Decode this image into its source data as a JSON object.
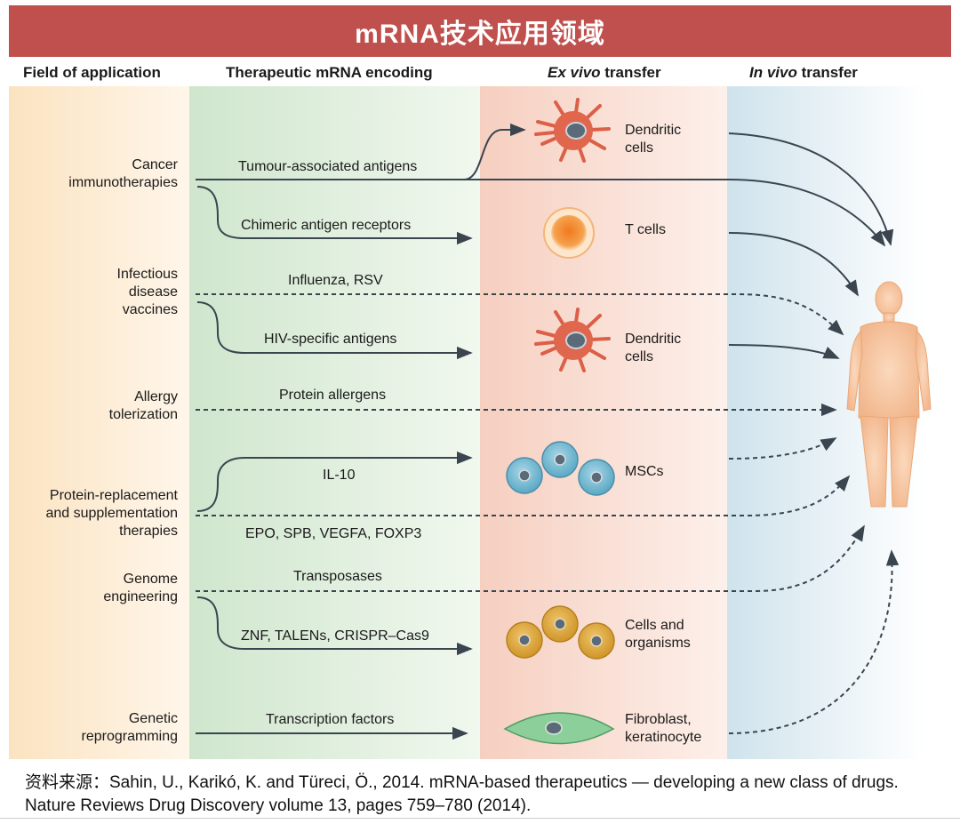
{
  "title": "mRNA技术应用领域",
  "columns": {
    "field": "Field of application",
    "encoding": "Therapeutic mRNA encoding",
    "ex_vivo_em": "Ex vivo",
    "ex_vivo_rest": " transfer",
    "in_vivo_em": "In vivo",
    "in_vivo_rest": " transfer"
  },
  "fields": {
    "cancer_1": "Cancer",
    "cancer_2": "immunotherapies",
    "infectious_1": "Infectious",
    "infectious_2": "disease",
    "infectious_3": "vaccines",
    "allergy_1": "Allergy",
    "allergy_2": "tolerization",
    "protein_1": "Protein-replacement",
    "protein_2": "and supplementation",
    "protein_3": "therapies",
    "genome_1": "Genome",
    "genome_2": "engineering",
    "genetic_1": "Genetic",
    "genetic_2": "reprogramming"
  },
  "encodings": {
    "taa": "Tumour-associated antigens",
    "car": "Chimeric antigen receptors",
    "flu": "Influenza, RSV",
    "hiv": "HIV-specific antigens",
    "allergens": "Protein allergens",
    "il10": "IL-10",
    "epo": "EPO, SPB, VEGFA, FOXP3",
    "transposases": "Transposases",
    "znf": "ZNF, TALENs, CRISPR–Cas9",
    "tf": "Transcription factors"
  },
  "cells": {
    "dendritic1_1": "Dendritic",
    "dendritic1_2": "cells",
    "tcells": "T cells",
    "dendritic2_1": "Dendritic",
    "dendritic2_2": "cells",
    "mscs": "MSCs",
    "organisms_1": "Cells and",
    "organisms_2": "organisms",
    "fibro_1": "Fibroblast,",
    "fibro_2": "keratinocyte"
  },
  "source": "资料来源：Sahin, U., Karikó, K. and Türeci, Ö., 2014. mRNA-based therapeutics — developing a new class of drugs. Nature Reviews Drug Discovery volume 13, pages 759–780 (2014).",
  "colors": {
    "title_bg": "#c0504d",
    "field_band": "#fbe6c8",
    "encoding_band": "#d8ecd6",
    "exvivo_band": "#f8d8cc",
    "invivo_band": "#d6e8ef",
    "line": "#3a4550",
    "dendritic": "#e0664d",
    "tcell": "#ef8a2e",
    "msc": "#6fb3cc",
    "organism": "#d9a53a",
    "fibroblast": "#8ccf9a",
    "body": "#f7c7a1"
  }
}
